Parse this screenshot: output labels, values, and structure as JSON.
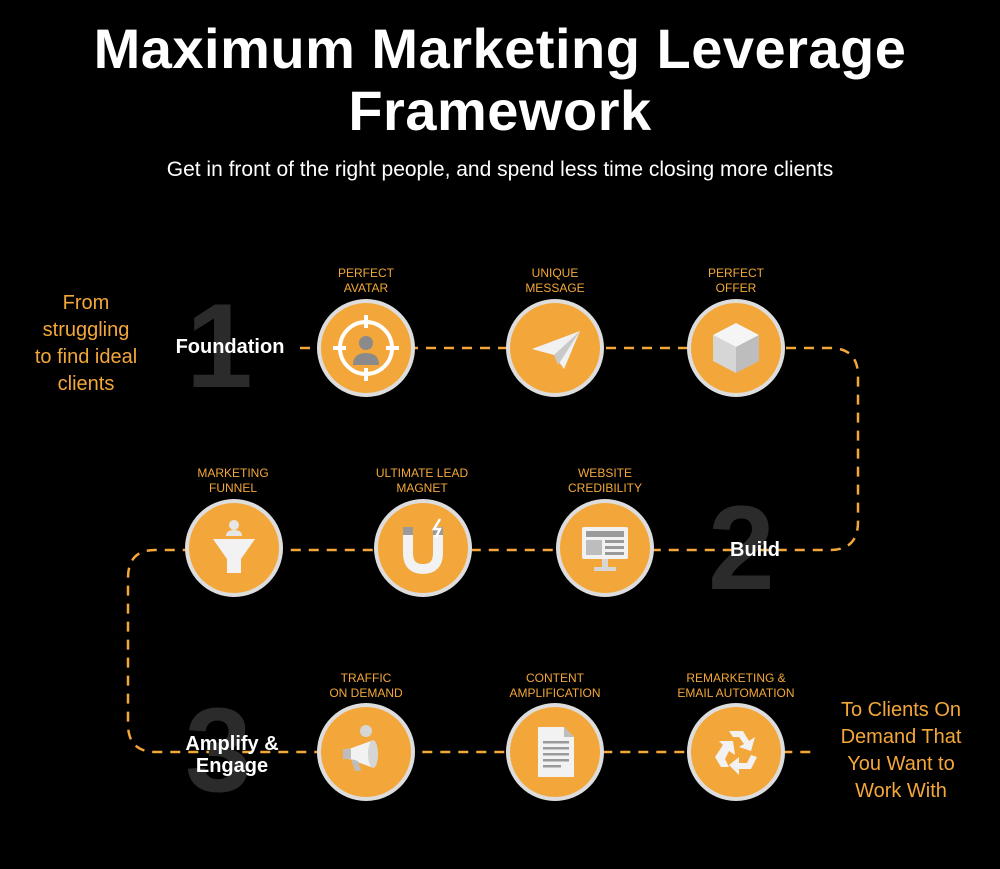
{
  "header": {
    "title_line1": "Maximum Marketing Leverage",
    "title_line2": "Framework",
    "subtitle": "Get in front of the right people, and spend less time closing more clients"
  },
  "start_text": [
    "From",
    "struggling",
    "to find ideal",
    "clients"
  ],
  "end_text": [
    "To Clients On",
    "Demand That",
    "You Want to",
    "Work With"
  ],
  "stages": [
    {
      "number": "1",
      "name": "Foundation"
    },
    {
      "number": "2",
      "name": "Build"
    },
    {
      "number": "3",
      "name_line1": "Amplify &",
      "name_line2": "Engage"
    }
  ],
  "steps": [
    {
      "line1": "PERFECT",
      "line2": "AVATAR",
      "icon": "target-avatar-icon"
    },
    {
      "line1": "UNIQUE",
      "line2": "MESSAGE",
      "icon": "paper-plane-icon"
    },
    {
      "line1": "PERFECT",
      "line2": "OFFER",
      "icon": "cube-icon"
    },
    {
      "line1": "MARKETING",
      "line2": "FUNNEL",
      "icon": "funnel-icon"
    },
    {
      "line1": "ULTIMATE LEAD",
      "line2": "MAGNET",
      "icon": "magnet-icon"
    },
    {
      "line1": "WEBSITE",
      "line2": "CREDIBILITY",
      "icon": "monitor-icon"
    },
    {
      "line1": "TRAFFIC",
      "line2": "ON DEMAND",
      "icon": "megaphone-icon"
    },
    {
      "line1": "CONTENT",
      "line2": "AMPLIFICATION",
      "icon": "document-icon"
    },
    {
      "line1": "REMARKETING &",
      "line2": "EMAIL AUTOMATION",
      "icon": "recycle-icon"
    }
  ],
  "colors": {
    "accent": "#f3a73a",
    "background": "#000000",
    "number": "#2b2b2b"
  }
}
